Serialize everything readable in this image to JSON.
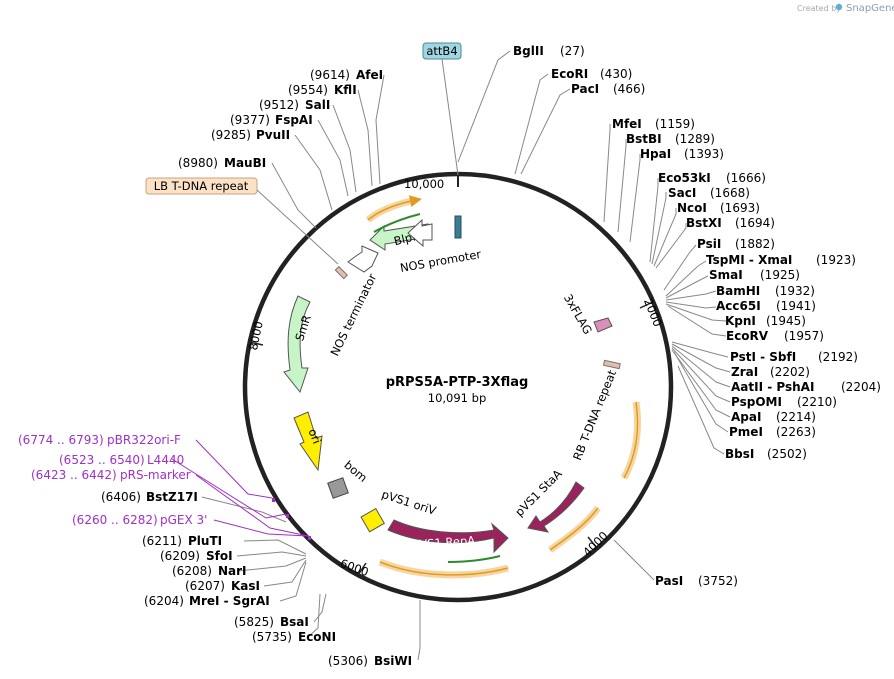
{
  "plasmid": {
    "name": "pRPS5A-PTP-3Xflag",
    "length_label": "10,091 bp"
  },
  "watermark": {
    "created_by": "Created by",
    "brand": "SnapGene"
  },
  "ticks": [
    {
      "label": "10,000"
    },
    {
      "label": "2000"
    },
    {
      "label": "4000"
    },
    {
      "label": "6000"
    },
    {
      "label": "8000"
    }
  ],
  "sites": [
    {
      "name": "BglII",
      "pos": "(27)",
      "bold": true
    },
    {
      "name": "EcoRI",
      "pos": "(430)",
      "bold": true
    },
    {
      "name": "PacI",
      "pos": "(466)",
      "bold": true
    },
    {
      "name": "MfeI",
      "pos": "(1159)",
      "bold": true
    },
    {
      "name": "BstBI",
      "pos": "(1289)",
      "bold": true
    },
    {
      "name": "HpaI",
      "pos": "(1393)",
      "bold": true
    },
    {
      "name": "Eco53kI",
      "pos": "(1666)",
      "bold": true
    },
    {
      "name": "SacI",
      "pos": "(1668)",
      "bold": true
    },
    {
      "name": "NcoI",
      "pos": "(1693)",
      "bold": true
    },
    {
      "name": "BstXI",
      "pos": "(1694)",
      "bold": true
    },
    {
      "name": "PsiI",
      "pos": "(1882)",
      "bold": true
    },
    {
      "name": "TspMI - XmaI",
      "pos": "(1923)",
      "bold": true
    },
    {
      "name": "SmaI",
      "pos": "(1925)",
      "bold": true
    },
    {
      "name": "BamHI",
      "pos": "(1932)",
      "bold": true
    },
    {
      "name": "Acc65I",
      "pos": "(1941)",
      "bold": true
    },
    {
      "name": "KpnI",
      "pos": "(1945)",
      "bold": true
    },
    {
      "name": "EcoRV",
      "pos": "(1957)",
      "bold": true
    },
    {
      "name": "PstI - SbfI",
      "pos": "(2192)",
      "bold": true
    },
    {
      "name": "ZraI",
      "pos": "(2202)",
      "bold": true
    },
    {
      "name": "AatII - PshAI",
      "pos": "(2204)",
      "bold": true
    },
    {
      "name": "PspOMI",
      "pos": "(2210)",
      "bold": true
    },
    {
      "name": "ApaI",
      "pos": "(2214)",
      "bold": true
    },
    {
      "name": "PmeI",
      "pos": "(2263)",
      "bold": true
    },
    {
      "name": "BbsI",
      "pos": "(2502)",
      "bold": true
    },
    {
      "name": "PasI",
      "pos": "(3752)",
      "bold": true
    },
    {
      "name": "BsiWI",
      "pos": "(5306)",
      "bold": true
    },
    {
      "name": "EcoNI",
      "pos": "(5735)",
      "bold": true
    },
    {
      "name": "BsaI",
      "pos": "(5825)",
      "bold": true
    },
    {
      "name": "MreI - SgrAI",
      "pos": "(6204)",
      "bold": true
    },
    {
      "name": "KasI",
      "pos": "(6207)",
      "bold": true
    },
    {
      "name": "NarI",
      "pos": "(6208)",
      "bold": true
    },
    {
      "name": "SfoI",
      "pos": "(6209)",
      "bold": true
    },
    {
      "name": "PluTI",
      "pos": "(6211)",
      "bold": true
    },
    {
      "name": "BstZ17I",
      "pos": "(6406)",
      "bold": true
    },
    {
      "name": "MauBI",
      "pos": "(8980)",
      "bold": true
    },
    {
      "name": "PvuII",
      "pos": "(9285)",
      "bold": true
    },
    {
      "name": "FspAI",
      "pos": "(9377)",
      "bold": true
    },
    {
      "name": "SalI",
      "pos": "(9512)",
      "bold": true
    },
    {
      "name": "KflI",
      "pos": "(9554)",
      "bold": true
    },
    {
      "name": "AfeI",
      "pos": "(9614)",
      "bold": true
    }
  ],
  "primers": [
    {
      "name": "pBR322ori-F",
      "range": "(6774 .. 6793)"
    },
    {
      "name": "L4440",
      "range": "(6523 .. 6540)"
    },
    {
      "name": "pRS-marker",
      "range": "(6423 .. 6442)"
    },
    {
      "name": "pGEX 3'",
      "range": "(6260 .. 6282)"
    }
  ],
  "features": [
    {
      "name": "attB4",
      "color": "#9fd6e0"
    },
    {
      "name": "LB T-DNA repeat",
      "color": "#fbe1c6"
    },
    {
      "name": "BlpR",
      "color": "#c8f5c8"
    },
    {
      "name": "NOS promoter",
      "color": "#ffffff"
    },
    {
      "name": "NOS terminator",
      "color": "#ffffff"
    },
    {
      "name": "SmR",
      "color": "#c8f5c8"
    },
    {
      "name": "ori",
      "color": "#ffee00"
    },
    {
      "name": "bom",
      "color": "#999999"
    },
    {
      "name": "pVS1 oriV",
      "color": "#ffee00"
    },
    {
      "name": "pVS1 RepA",
      "color": "#99235a"
    },
    {
      "name": "pVS1 StaA",
      "color": "#99235a"
    },
    {
      "name": "RB T-DNA repeat",
      "color": "#dcc0b4"
    },
    {
      "name": "3xFLAG",
      "color": "#d890b8"
    }
  ],
  "colors": {
    "primer": "#a030c8",
    "orf_fill": "#f6d69e",
    "orf_arrow": "#e19a25",
    "green_arrow": "#2d8a2d"
  }
}
